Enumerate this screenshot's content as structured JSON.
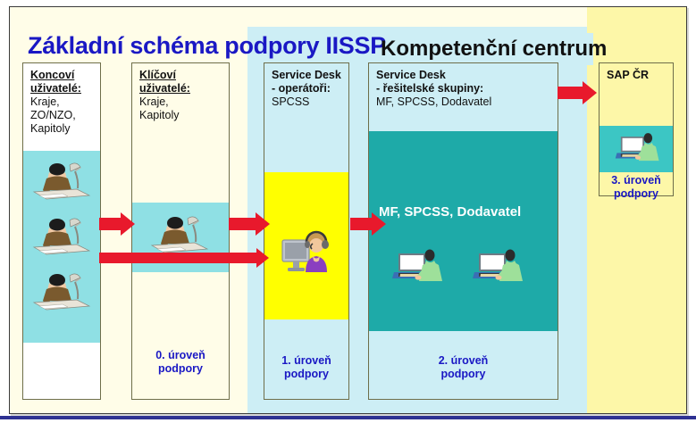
{
  "slide": {
    "title_main": "Základní schéma podpory IISSP",
    "title_kc": "Kompetenční centrum",
    "accent_title": "#1a18c4",
    "accent_arrow": "#e8192c",
    "zone_kc_bg": "#cdeef5",
    "zone_right_bg": "#fdf7a8",
    "zone_left_bg": "#fffde8"
  },
  "columns": [
    {
      "id": "koncovi-uzivatele",
      "head_line1": "Koncoví",
      "head_line2": "uživatelé:",
      "body_line1": "Kraje,",
      "body_line2": "ZO/NZO,",
      "body_line3": "Kapitoly",
      "level_line1": "",
      "level_line2": "",
      "band_color": "#8fe0e4",
      "icons": [
        "desk-worker-icon",
        "desk-worker-icon",
        "desk-worker-icon"
      ]
    },
    {
      "id": "klicovi-uzivatele",
      "head_line1": "Klíčoví",
      "head_line2": "uživatelé:",
      "body_line1": "Kraje,",
      "body_line2": "Kapitoly",
      "body_line3": "",
      "level_line1": "0. úroveň",
      "level_line2": "podpory",
      "band_color": "#8fe0e4",
      "icons": [
        "desk-worker-icon"
      ]
    },
    {
      "id": "service-desk-operatori",
      "head_line1": "Service Desk",
      "head_line2": "- operátoři:",
      "body_line1": "SPCSS",
      "body_line2": "",
      "body_line3": "",
      "level_line1": "1. úroveň",
      "level_line2": "podpory",
      "band_color": "#ffff00",
      "icons": [
        "headset-operator-icon"
      ]
    },
    {
      "id": "service-desk-resitelske-skupiny",
      "head_line1": "Service Desk",
      "head_line2": "- řešitelské skupiny:",
      "body_line1": "MF, SPCSS, Dodavatel",
      "body_line2": "",
      "body_line3": "",
      "level_line1": "2. úroveň",
      "level_line2": "podpory",
      "band_color": "#1eaaa8",
      "band_label": "MF, SPCSS, Dodavatel",
      "icons": [
        "laptop-worker-icon",
        "laptop-worker-icon"
      ]
    },
    {
      "id": "sap-cr",
      "head_line1": "SAP ČR",
      "head_line2": "",
      "body_line1": "",
      "body_line2": "",
      "body_line3": "",
      "level_line1": "3. úroveň",
      "level_line2": "podpory",
      "band_color": "#3cc6c4",
      "icons": [
        "laptop-worker-icon"
      ]
    }
  ],
  "arrows": [
    {
      "id": "arrow-koncovi-to-klicovi",
      "label": "arrow-right-icon"
    },
    {
      "id": "arrow-koncovi-to-operator",
      "label": "arrow-right-icon"
    },
    {
      "id": "arrow-klicovi-to-operator",
      "label": "arrow-right-icon"
    },
    {
      "id": "arrow-operator-to-resitele",
      "label": "arrow-right-icon"
    },
    {
      "id": "arrow-resitele-to-sap",
      "label": "arrow-right-icon"
    }
  ]
}
